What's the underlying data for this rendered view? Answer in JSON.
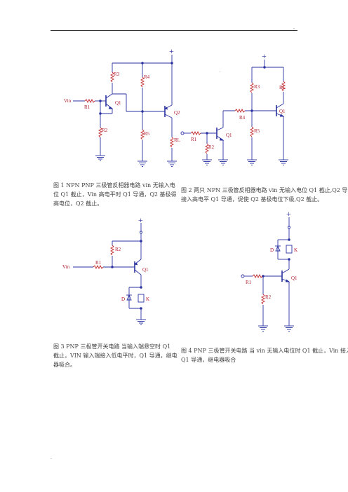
{
  "header": {
    "mark": "."
  },
  "footer": {
    "mark": "."
  },
  "colors": {
    "wire": "#2a32a0",
    "resistor": "#c0282c",
    "transistor": "#2a32a0",
    "text": "#444444"
  },
  "fig1": {
    "labels": {
      "plus": "+",
      "vin": "Vin",
      "r1": "R1",
      "r2": "R2",
      "r3": "R3",
      "r4": "R4",
      "r5": "R5",
      "rl": "RL",
      "q1": "Q1",
      "q2": "Q2"
    },
    "caption": {
      "line1": "图 1 NPN PNP 三极管反相器电路 vin 无输入电",
      "line2": "位 Q1 截止，Vin 高电平时 Q1 导通，Q2 基极得",
      "line3": "高电位，Q2 截止。"
    }
  },
  "fig2": {
    "labels": {
      "plus": "+",
      "dot": ".",
      "r1": "R1",
      "r2": "R2",
      "r3": "R3",
      "r4": "R4",
      "r5": "R5",
      "rl": "RL",
      "q1": "Q1",
      "q2": "Q1"
    },
    "caption": {
      "line1": "图 2 两只 NPN 三极管反相器电路 vin 无输入电位 Q1 截止,Q2 导",
      "line2": "接入高电平 Q1 导通，促使 Q2 基极电位下级,Q2 截止。"
    }
  },
  "fig3": {
    "labels": {
      "plus": "+",
      "vin": "Vin",
      "r1": "R1",
      "r2": "R2",
      "q1": "Q1",
      "d": "D",
      "k": "K"
    },
    "caption": {
      "line1": "图 3 PNP 三极管开关电路 当输入端悬空时 Q1",
      "line2": "截止，VIN 输入端接入低电平时，Q1 导通，继电",
      "line3": "器吸合。"
    }
  },
  "fig4": {
    "labels": {
      "plus": "+",
      "r1": "R1",
      "r2": "R2",
      "q1": "Q1",
      "d": "D",
      "k": "K"
    },
    "caption": {
      "line1": "图 4 PNP 三极管开关电路 当 vin 无输入电位时 Q1 截止，Vin 接入",
      "line2": "Q1 导通，继电器吸合"
    }
  }
}
